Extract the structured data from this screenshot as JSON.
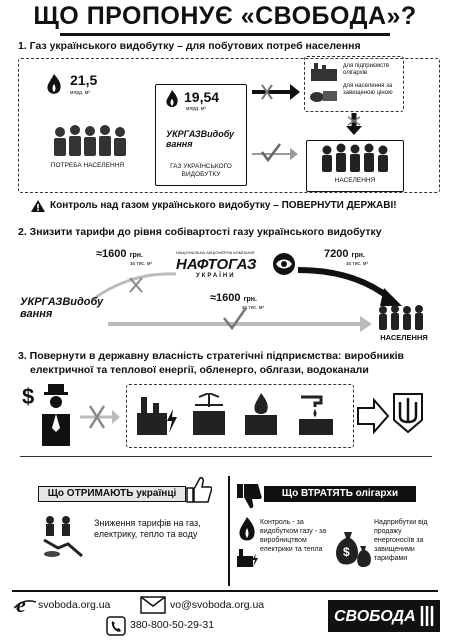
{
  "title": "ЩО ПРОПОНУЄ «СВОБОДА»?",
  "section1": {
    "heading": "1. Газ українського видобутку – для побутових потреб населення",
    "left_box": {
      "amount": "21,5",
      "unit": "млрд. м³",
      "label": "ПОТРЕБА НАСЕЛЕННЯ"
    },
    "center_box": {
      "amount": "19,54",
      "unit": "млрд. м³",
      "logo": "УКРГАЗВидобування",
      "label": "ГАЗ УКРАЇНСЬКОГО ВИДОБУТКУ"
    },
    "right_top": {
      "item1": "для підприємств олігархів",
      "item2": "для населення за завищеною ціною"
    },
    "right_bottom_label": "НАСЕЛЕННЯ",
    "warning": "Контроль над газом українського видобутку – ПОВЕРНУТИ ДЕРЖАВІ!"
  },
  "section2": {
    "heading": "2. Знизити тарифи до рівня собівартості  газу українського видобутку",
    "price1": "≈1600",
    "price1_unit": "грн.",
    "price1_sub": "за тис. м³",
    "naftogaz_top": "НАЦІОНАЛЬНА АКЦІОНЕРНА КОМПАНІЯ",
    "naftogaz": "НАФТОГАЗ",
    "naftogaz_sub": "УКРАЇНИ",
    "price2": "7200",
    "price2_unit": "грн.",
    "price2_sub": "за тис. м³",
    "price3": "≈1600",
    "price3_unit": "грн.",
    "price3_sub": "за тис. м³",
    "logo": "УКРГАЗВидобування",
    "label": "НАСЕЛЕННЯ"
  },
  "section3": {
    "heading_line1": "3. Повернути в державну власність стратегічні підприємства: виробників",
    "heading_line2": "електричної та теплової енергії, обленерго, облгази, водоканали"
  },
  "section4": {
    "left_title": "Що ОТРИМАЮТЬ українці",
    "left_text": "Зниження тарифів на газ, електрику, тепло та воду",
    "right_title": "Що ВТРАТЯТЬ олігархи",
    "right_text1": "Контроль - за видобутком газу - за виробництвом електрики та тепла",
    "right_text2": "Надприбутки від продажу енергоносіїв за завищеними тарифами"
  },
  "footer": {
    "site": "svoboda.org.ua",
    "email": "vo@svoboda.org.ua",
    "phone": "380-800-50-29-31",
    "brand": "СВОБОДА"
  }
}
